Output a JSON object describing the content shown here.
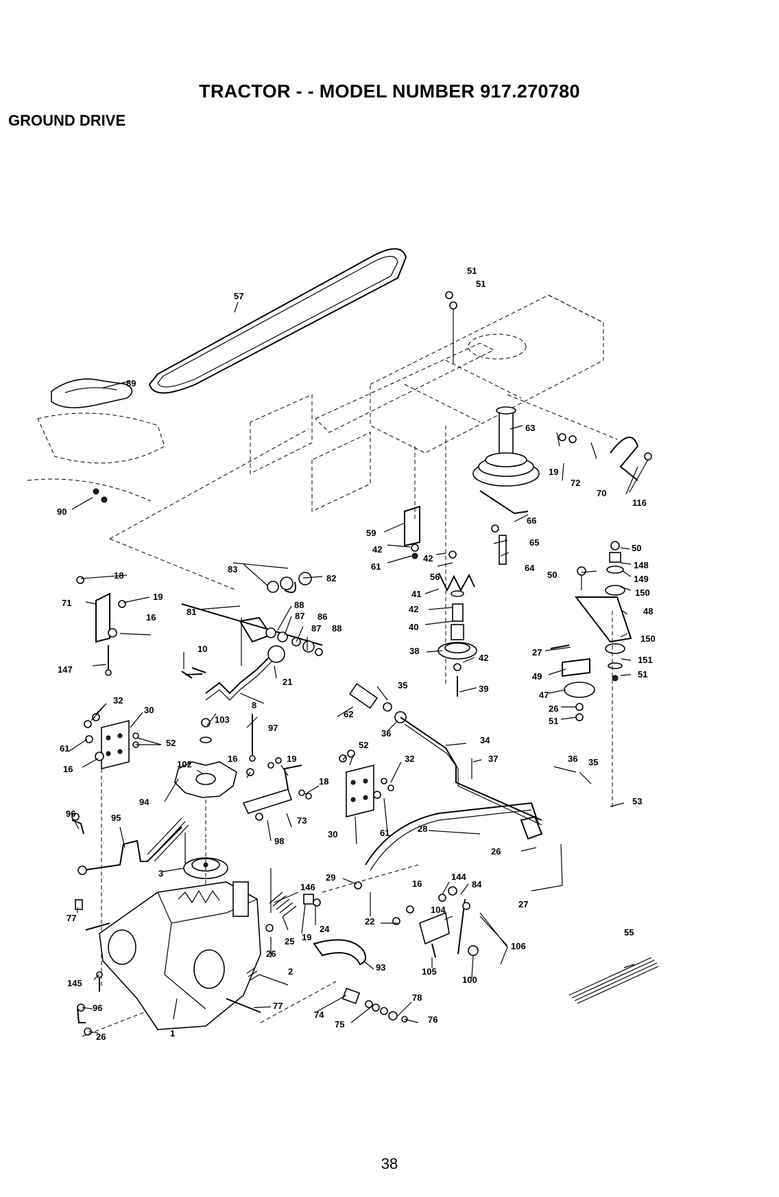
{
  "header": {
    "title": "TRACTOR - - MODEL NUMBER 917.270780",
    "section": "GROUND DRIVE"
  },
  "page_number": "38",
  "callouts": [
    {
      "id": "c57",
      "label": "57"
    },
    {
      "id": "c51a",
      "label": "51"
    },
    {
      "id": "c51b",
      "label": "51"
    },
    {
      "id": "c89",
      "label": "89"
    },
    {
      "id": "c90",
      "label": "90"
    },
    {
      "id": "c63",
      "label": "63"
    },
    {
      "id": "c19a",
      "label": "19"
    },
    {
      "id": "c72",
      "label": "72"
    },
    {
      "id": "c70",
      "label": "70"
    },
    {
      "id": "c116",
      "label": "116"
    },
    {
      "id": "c59",
      "label": "59"
    },
    {
      "id": "c42a",
      "label": "42"
    },
    {
      "id": "c61a",
      "label": "61"
    },
    {
      "id": "c42b",
      "label": "42"
    },
    {
      "id": "c56",
      "label": "56"
    },
    {
      "id": "c66",
      "label": "66"
    },
    {
      "id": "c65",
      "label": "65"
    },
    {
      "id": "c64",
      "label": "64"
    },
    {
      "id": "c41",
      "label": "41"
    },
    {
      "id": "c42c",
      "label": "42"
    },
    {
      "id": "c40",
      "label": "40"
    },
    {
      "id": "c38",
      "label": "38"
    },
    {
      "id": "c42d",
      "label": "42"
    },
    {
      "id": "c39",
      "label": "39"
    },
    {
      "id": "c50a",
      "label": "50"
    },
    {
      "id": "c50b",
      "label": "50"
    },
    {
      "id": "c148",
      "label": "148"
    },
    {
      "id": "c149",
      "label": "149"
    },
    {
      "id": "c150a",
      "label": "150"
    },
    {
      "id": "c48",
      "label": "48"
    },
    {
      "id": "c150b",
      "label": "150"
    },
    {
      "id": "c151",
      "label": "151"
    },
    {
      "id": "c51c",
      "label": "51"
    },
    {
      "id": "c27a",
      "label": "27"
    },
    {
      "id": "c49",
      "label": "49"
    },
    {
      "id": "c47",
      "label": "47"
    },
    {
      "id": "c26a",
      "label": "26"
    },
    {
      "id": "c51d",
      "label": "51"
    },
    {
      "id": "c18a",
      "label": "18"
    },
    {
      "id": "c19b",
      "label": "19"
    },
    {
      "id": "c71",
      "label": "71"
    },
    {
      "id": "c16a",
      "label": "16"
    },
    {
      "id": "c147",
      "label": "147"
    },
    {
      "id": "c83",
      "label": "83"
    },
    {
      "id": "c82",
      "label": "82"
    },
    {
      "id": "c81",
      "label": "81"
    },
    {
      "id": "c88a",
      "label": "88"
    },
    {
      "id": "c87a",
      "label": "87"
    },
    {
      "id": "c86",
      "label": "86"
    },
    {
      "id": "c87b",
      "label": "87"
    },
    {
      "id": "c88b",
      "label": "88"
    },
    {
      "id": "c10",
      "label": "10"
    },
    {
      "id": "c21",
      "label": "21"
    },
    {
      "id": "c8",
      "label": "8"
    },
    {
      "id": "c35a",
      "label": "35"
    },
    {
      "id": "c62",
      "label": "62"
    },
    {
      "id": "c36a",
      "label": "36"
    },
    {
      "id": "c34",
      "label": "34"
    },
    {
      "id": "c37",
      "label": "37"
    },
    {
      "id": "c32a",
      "label": "32"
    },
    {
      "id": "c30a",
      "label": "30"
    },
    {
      "id": "c61b",
      "label": "61"
    },
    {
      "id": "c52a",
      "label": "52"
    },
    {
      "id": "c16b",
      "label": "16"
    },
    {
      "id": "c103",
      "label": "103"
    },
    {
      "id": "c97",
      "label": "97"
    },
    {
      "id": "c102",
      "label": "102"
    },
    {
      "id": "c16c",
      "label": "16"
    },
    {
      "id": "c19c",
      "label": "19"
    },
    {
      "id": "c18b",
      "label": "18"
    },
    {
      "id": "c52b",
      "label": "52"
    },
    {
      "id": "c32b",
      "label": "32"
    },
    {
      "id": "c36b",
      "label": "36"
    },
    {
      "id": "c35b",
      "label": "35"
    },
    {
      "id": "c53",
      "label": "53"
    },
    {
      "id": "c96a",
      "label": "96"
    },
    {
      "id": "c95",
      "label": "95"
    },
    {
      "id": "c94",
      "label": "94"
    },
    {
      "id": "c73",
      "label": "73"
    },
    {
      "id": "c98",
      "label": "98"
    },
    {
      "id": "c30b",
      "label": "30"
    },
    {
      "id": "c61c",
      "label": "61"
    },
    {
      "id": "c28",
      "label": "28"
    },
    {
      "id": "c26b",
      "label": "26"
    },
    {
      "id": "c3",
      "label": "3"
    },
    {
      "id": "c29",
      "label": "29"
    },
    {
      "id": "c146",
      "label": "146"
    },
    {
      "id": "c16d",
      "label": "16"
    },
    {
      "id": "c144",
      "label": "144"
    },
    {
      "id": "c84",
      "label": "84"
    },
    {
      "id": "c27b",
      "label": "27"
    },
    {
      "id": "c77a",
      "label": "77"
    },
    {
      "id": "c25",
      "label": "25"
    },
    {
      "id": "c19d",
      "label": "19"
    },
    {
      "id": "c24",
      "label": "24"
    },
    {
      "id": "c22",
      "label": "22"
    },
    {
      "id": "c104",
      "label": "104"
    },
    {
      "id": "c106",
      "label": "106"
    },
    {
      "id": "c55",
      "label": "55"
    },
    {
      "id": "c26c",
      "label": "26"
    },
    {
      "id": "c2",
      "label": "2"
    },
    {
      "id": "c93",
      "label": "93"
    },
    {
      "id": "c105",
      "label": "105"
    },
    {
      "id": "c100",
      "label": "100"
    },
    {
      "id": "c145",
      "label": "145"
    },
    {
      "id": "c96b",
      "label": "96"
    },
    {
      "id": "c77b",
      "label": "77"
    },
    {
      "id": "c78",
      "label": "78"
    },
    {
      "id": "c74",
      "label": "74"
    },
    {
      "id": "c75",
      "label": "75"
    },
    {
      "id": "c76",
      "label": "76"
    },
    {
      "id": "c26d",
      "label": "26"
    },
    {
      "id": "c1",
      "label": "1"
    }
  ]
}
